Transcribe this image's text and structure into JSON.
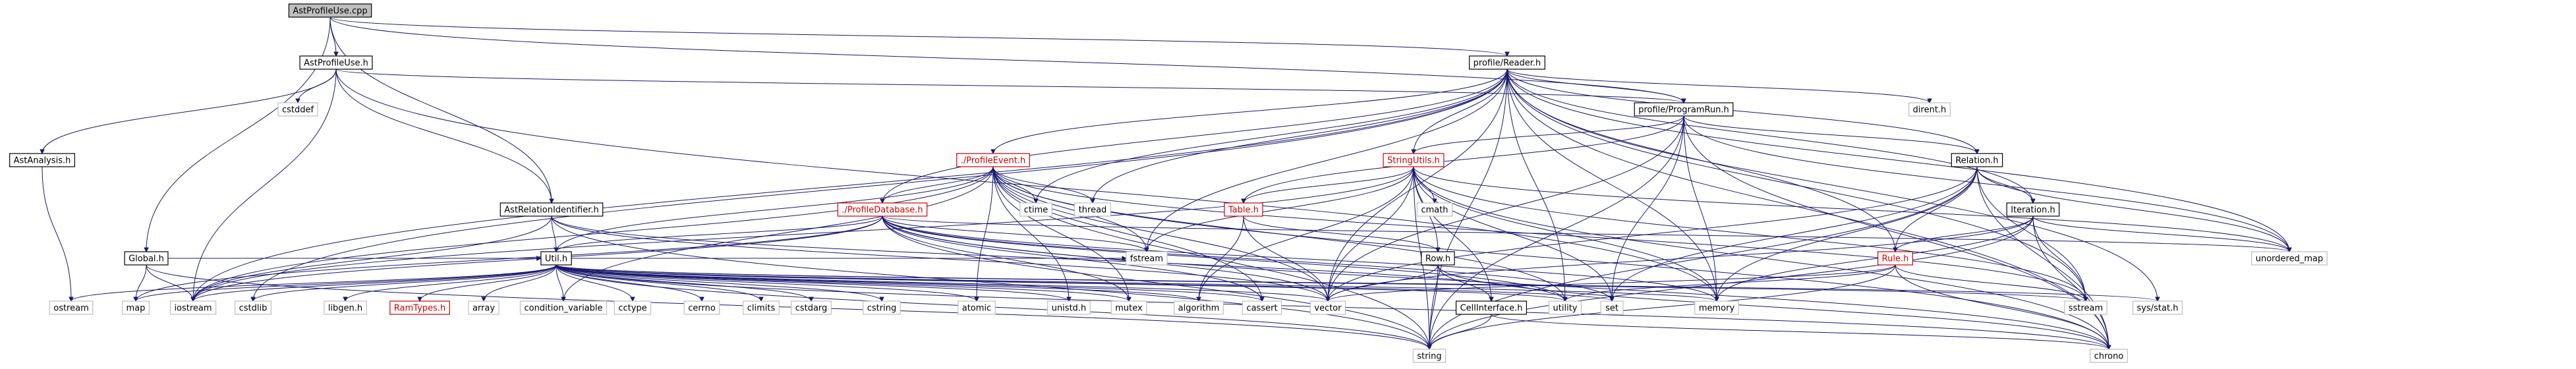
{
  "nodes": [
    {
      "id": "AstProfileUse.cpp",
      "label": "AstProfileUse.cpp",
      "kind": "root"
    },
    {
      "id": "AstProfileUse.h",
      "label": "AstProfileUse.h",
      "kind": "local"
    },
    {
      "id": "profile/Reader.h",
      "label": "profile/Reader.h",
      "kind": "local"
    },
    {
      "id": "Global.h",
      "label": "Global.h",
      "kind": "local"
    },
    {
      "id": "AstAnalysis.h",
      "label": "AstAnalysis.h",
      "kind": "local"
    },
    {
      "id": "AstRelationIdentifier.h",
      "label": "AstRelationIdentifier.h",
      "kind": "local"
    },
    {
      "id": "cstddef",
      "label": "cstddef",
      "kind": "system"
    },
    {
      "id": "profile/ProgramRun.h",
      "label": "profile/ProgramRun.h",
      "kind": "local"
    },
    {
      "id": "dirent.h",
      "label": "dirent.h",
      "kind": "system"
    },
    {
      "id": "./ProfileEvent.h",
      "label": "./ProfileEvent.h",
      "kind": "truncated"
    },
    {
      "id": "StringUtils.h",
      "label": "StringUtils.h",
      "kind": "truncated"
    },
    {
      "id": "Relation.h",
      "label": "Relation.h",
      "kind": "local"
    },
    {
      "id": "Iteration.h",
      "label": "Iteration.h",
      "kind": "local"
    },
    {
      "id": "./ProfileDatabase.h",
      "label": "./ProfileDatabase.h",
      "kind": "truncated"
    },
    {
      "id": "Table.h",
      "label": "Table.h",
      "kind": "truncated"
    },
    {
      "id": "Rule.h",
      "label": "Rule.h",
      "kind": "truncated"
    },
    {
      "id": "Row.h",
      "label": "Row.h",
      "kind": "local"
    },
    {
      "id": "Util.h",
      "label": "Util.h",
      "kind": "local"
    },
    {
      "id": "CellInterface.h",
      "label": "CellInterface.h",
      "kind": "local"
    },
    {
      "id": "RamTypes.h",
      "label": "RamTypes.h",
      "kind": "truncated"
    },
    {
      "id": "ctime",
      "label": "ctime",
      "kind": "system"
    },
    {
      "id": "thread",
      "label": "thread",
      "kind": "system"
    },
    {
      "id": "cmath",
      "label": "cmath",
      "kind": "system"
    },
    {
      "id": "fstream",
      "label": "fstream",
      "kind": "system"
    },
    {
      "id": "unordered_map",
      "label": "unordered_map",
      "kind": "system"
    },
    {
      "id": "ostream",
      "label": "ostream",
      "kind": "system"
    },
    {
      "id": "map",
      "label": "map",
      "kind": "system"
    },
    {
      "id": "iostream",
      "label": "iostream",
      "kind": "system"
    },
    {
      "id": "cstdlib",
      "label": "cstdlib",
      "kind": "system"
    },
    {
      "id": "libgen.h",
      "label": "libgen.h",
      "kind": "system"
    },
    {
      "id": "array",
      "label": "array",
      "kind": "system"
    },
    {
      "id": "condition_variable",
      "label": "condition_variable",
      "kind": "system"
    },
    {
      "id": "cctype",
      "label": "cctype",
      "kind": "system"
    },
    {
      "id": "cerrno",
      "label": "cerrno",
      "kind": "system"
    },
    {
      "id": "climits",
      "label": "climits",
      "kind": "system"
    },
    {
      "id": "cstdarg",
      "label": "cstdarg",
      "kind": "system"
    },
    {
      "id": "cstring",
      "label": "cstring",
      "kind": "system"
    },
    {
      "id": "atomic",
      "label": "atomic",
      "kind": "system"
    },
    {
      "id": "unistd.h",
      "label": "unistd.h",
      "kind": "system"
    },
    {
      "id": "mutex",
      "label": "mutex",
      "kind": "system"
    },
    {
      "id": "algorithm",
      "label": "algorithm",
      "kind": "system"
    },
    {
      "id": "cassert",
      "label": "cassert",
      "kind": "system"
    },
    {
      "id": "vector",
      "label": "vector",
      "kind": "system"
    },
    {
      "id": "utility",
      "label": "utility",
      "kind": "system"
    },
    {
      "id": "set",
      "label": "set",
      "kind": "system"
    },
    {
      "id": "memory",
      "label": "memory",
      "kind": "system"
    },
    {
      "id": "sstream",
      "label": "sstream",
      "kind": "system"
    },
    {
      "id": "sys/stat.h",
      "label": "sys/stat.h",
      "kind": "system"
    },
    {
      "id": "string",
      "label": "string",
      "kind": "system"
    },
    {
      "id": "chrono",
      "label": "chrono",
      "kind": "system"
    }
  ],
  "edges": [
    [
      "AstProfileUse.cpp",
      "AstProfileUse.h"
    ],
    [
      "AstProfileUse.cpp",
      "profile/Reader.h"
    ],
    [
      "AstProfileUse.cpp",
      "Global.h"
    ],
    [
      "AstProfileUse.cpp",
      "AstRelationIdentifier.h"
    ],
    [
      "AstProfileUse.cpp",
      "profile/ProgramRun.h"
    ],
    [
      "AstProfileUse.h",
      "AstAnalysis.h"
    ],
    [
      "AstProfileUse.h",
      "AstRelationIdentifier.h"
    ],
    [
      "AstProfileUse.h",
      "cstddef"
    ],
    [
      "AstProfileUse.h",
      "iostream"
    ],
    [
      "AstProfileUse.h",
      "memory"
    ],
    [
      "AstProfileUse.h",
      "profile/ProgramRun.h"
    ],
    [
      "AstAnalysis.h",
      "ostream"
    ],
    [
      "AstRelationIdentifier.h",
      "Util.h"
    ],
    [
      "AstRelationIdentifier.h",
      "string"
    ],
    [
      "AstRelationIdentifier.h",
      "vector"
    ],
    [
      "AstRelationIdentifier.h",
      "iostream"
    ],
    [
      "AstRelationIdentifier.h",
      "utility"
    ],
    [
      "Global.h",
      "Util.h"
    ],
    [
      "Global.h",
      "map"
    ],
    [
      "Global.h",
      "iostream"
    ],
    [
      "Global.h",
      "string"
    ],
    [
      "profile/Reader.h",
      "profile/ProgramRun.h"
    ],
    [
      "profile/Reader.h",
      "dirent.h"
    ],
    [
      "profile/Reader.h",
      "./ProfileEvent.h"
    ],
    [
      "profile/Reader.h",
      "StringUtils.h"
    ],
    [
      "profile/Reader.h",
      "Relation.h"
    ],
    [
      "profile/Reader.h",
      "Iteration.h"
    ],
    [
      "profile/Reader.h",
      "./ProfileDatabase.h"
    ],
    [
      "profile/Reader.h",
      "Rule.h"
    ],
    [
      "profile/Reader.h",
      "ctime"
    ],
    [
      "profile/Reader.h",
      "thread"
    ],
    [
      "profile/Reader.h",
      "fstream"
    ],
    [
      "profile/Reader.h",
      "unordered_map"
    ],
    [
      "profile/Reader.h",
      "iostream"
    ],
    [
      "profile/Reader.h",
      "cstdlib"
    ],
    [
      "profile/Reader.h",
      "vector"
    ],
    [
      "profile/Reader.h",
      "utility"
    ],
    [
      "profile/Reader.h",
      "memory"
    ],
    [
      "profile/Reader.h",
      "sstream"
    ],
    [
      "profile/Reader.h",
      "sys/stat.h"
    ],
    [
      "profile/Reader.h",
      "string"
    ],
    [
      "profile/Reader.h",
      "chrono"
    ],
    [
      "profile/ProgramRun.h",
      "StringUtils.h"
    ],
    [
      "profile/ProgramRun.h",
      "Relation.h"
    ],
    [
      "profile/ProgramRun.h",
      "Table.h"
    ],
    [
      "profile/ProgramRun.h",
      "unordered_map"
    ],
    [
      "profile/ProgramRun.h",
      "set"
    ],
    [
      "profile/ProgramRun.h",
      "memory"
    ],
    [
      "profile/ProgramRun.h",
      "string"
    ],
    [
      "profile/ProgramRun.h",
      "chrono"
    ],
    [
      "profile/ProgramRun.h",
      "vector"
    ],
    [
      "./ProfileEvent.h",
      "./ProfileDatabase.h"
    ],
    [
      "./ProfileEvent.h",
      "Util.h"
    ],
    [
      "./ProfileEvent.h",
      "ctime"
    ],
    [
      "./ProfileEvent.h",
      "thread"
    ],
    [
      "./ProfileEvent.h",
      "fstream"
    ],
    [
      "./ProfileEvent.h",
      "chrono"
    ],
    [
      "./ProfileEvent.h",
      "mutex"
    ],
    [
      "./ProfileEvent.h",
      "atomic"
    ],
    [
      "./ProfileEvent.h",
      "iostream"
    ],
    [
      "./ProfileEvent.h",
      "sstream"
    ],
    [
      "./ProfileEvent.h",
      "string"
    ],
    [
      "./ProfileEvent.h",
      "vector"
    ],
    [
      "./ProfileEvent.h",
      "cassert"
    ],
    [
      "./ProfileEvent.h",
      "utility"
    ],
    [
      "./ProfileEvent.h",
      "unistd.h"
    ],
    [
      "./ProfileEvent.h",
      "condition_variable"
    ],
    [
      "StringUtils.h",
      "Table.h"
    ],
    [
      "StringUtils.h",
      "Row.h"
    ],
    [
      "StringUtils.h",
      "CellInterface.h"
    ],
    [
      "StringUtils.h",
      "cmath"
    ],
    [
      "StringUtils.h",
      "fstream"
    ],
    [
      "StringUtils.h",
      "algorithm"
    ],
    [
      "StringUtils.h",
      "iostream"
    ],
    [
      "StringUtils.h",
      "memory"
    ],
    [
      "StringUtils.h",
      "sstream"
    ],
    [
      "StringUtils.h",
      "string"
    ],
    [
      "StringUtils.h",
      "vector"
    ],
    [
      "StringUtils.h",
      "chrono"
    ],
    [
      "StringUtils.h",
      "set"
    ],
    [
      "StringUtils.h",
      "unordered_map"
    ],
    [
      "Relation.h",
      "Iteration.h"
    ],
    [
      "Relation.h",
      "Rule.h"
    ],
    [
      "Relation.h",
      "unordered_map"
    ],
    [
      "Relation.h",
      "vector"
    ],
    [
      "Relation.h",
      "memory"
    ],
    [
      "Relation.h",
      "string"
    ],
    [
      "Relation.h",
      "chrono"
    ],
    [
      "Relation.h",
      "sstream"
    ],
    [
      "Relation.h",
      "set"
    ],
    [
      "Iteration.h",
      "Rule.h"
    ],
    [
      "Iteration.h",
      "unordered_map"
    ],
    [
      "Iteration.h",
      "vector"
    ],
    [
      "Iteration.h",
      "string"
    ],
    [
      "Iteration.h",
      "chrono"
    ],
    [
      "Iteration.h",
      "sstream"
    ],
    [
      "Iteration.h",
      "memory"
    ],
    [
      "./ProfileDatabase.h",
      "Util.h"
    ],
    [
      "./ProfileDatabase.h",
      "fstream"
    ],
    [
      "./ProfileDatabase.h",
      "map"
    ],
    [
      "./ProfileDatabase.h",
      "iostream"
    ],
    [
      "./ProfileDatabase.h",
      "memory"
    ],
    [
      "./ProfileDatabase.h",
      "string"
    ],
    [
      "./ProfileDatabase.h",
      "vector"
    ],
    [
      "./ProfileDatabase.h",
      "cassert"
    ],
    [
      "./ProfileDatabase.h",
      "mutex"
    ],
    [
      "./ProfileDatabase.h",
      "unordered_map"
    ],
    [
      "./ProfileDatabase.h",
      "chrono"
    ],
    [
      "./ProfileDatabase.h",
      "utility"
    ],
    [
      "./ProfileDatabase.h",
      "set"
    ],
    [
      "Table.h",
      "Row.h"
    ],
    [
      "Table.h",
      "algorithm"
    ],
    [
      "Table.h",
      "vector"
    ],
    [
      "Row.h",
      "CellInterface.h"
    ],
    [
      "Row.h",
      "string"
    ],
    [
      "Row.h",
      "vector"
    ],
    [
      "Row.h",
      "chrono"
    ],
    [
      "CellInterface.h",
      "string"
    ],
    [
      "CellInterface.h",
      "chrono"
    ],
    [
      "Rule.h",
      "string"
    ],
    [
      "Rule.h",
      "chrono"
    ],
    [
      "Rule.h",
      "sstream"
    ],
    [
      "Rule.h",
      "vector"
    ],
    [
      "Rule.h",
      "utility"
    ],
    [
      "Util.h",
      "RamTypes.h"
    ],
    [
      "Util.h",
      "ostream"
    ],
    [
      "Util.h",
      "map"
    ],
    [
      "Util.h",
      "iostream"
    ],
    [
      "Util.h",
      "cstdlib"
    ],
    [
      "Util.h",
      "libgen.h"
    ],
    [
      "Util.h",
      "array"
    ],
    [
      "Util.h",
      "condition_variable"
    ],
    [
      "Util.h",
      "cctype"
    ],
    [
      "Util.h",
      "cerrno"
    ],
    [
      "Util.h",
      "climits"
    ],
    [
      "Util.h",
      "cstdarg"
    ],
    [
      "Util.h",
      "cstring"
    ],
    [
      "Util.h",
      "atomic"
    ],
    [
      "Util.h",
      "unistd.h"
    ],
    [
      "Util.h",
      "mutex"
    ],
    [
      "Util.h",
      "algorithm"
    ],
    [
      "Util.h",
      "cassert"
    ],
    [
      "Util.h",
      "vector"
    ],
    [
      "Util.h",
      "utility"
    ],
    [
      "Util.h",
      "set"
    ],
    [
      "Util.h",
      "memory"
    ],
    [
      "Util.h",
      "sstream"
    ],
    [
      "Util.h",
      "sys/stat.h"
    ],
    [
      "Util.h",
      "string"
    ],
    [
      "Util.h",
      "chrono"
    ],
    [
      "Util.h",
      "fstream"
    ]
  ]
}
